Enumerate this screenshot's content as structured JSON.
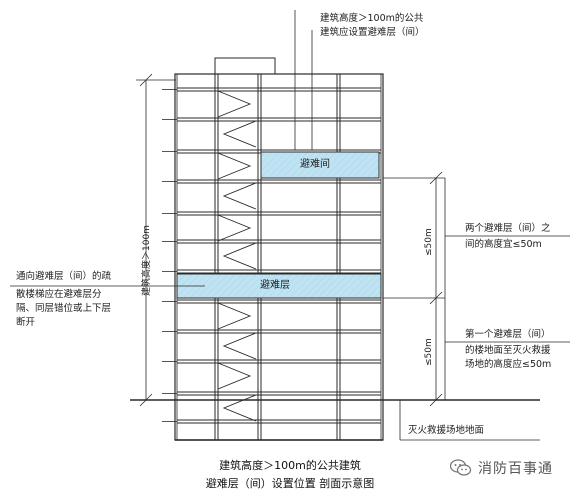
{
  "annotations": {
    "top_note_line1": "建筑高度＞100m的公共",
    "top_note_line2": "建筑应设置避难层（间）",
    "building_height_label": "建筑高度＞100m",
    "refuge_room_label": "避难间",
    "refuge_floor_label": "避难层",
    "between_label": "≤50m",
    "between_note_line1": "两个避难层（间）之",
    "between_note_line2": "间的高度宜≤50m",
    "first_label": "≤50m",
    "first_note_line1": "第一个避难层（间）",
    "first_note_line2": "的楼地面至灭火救援",
    "first_note_line3": "场地的高度应≤50m",
    "stair_note_line1": "通向避难层（间）的疏",
    "stair_note_line2": "散楼梯应在避难层分",
    "stair_note_line3": "隔、同层错位或上下层",
    "stair_note_line4": "断开",
    "ground_label": "灭火救援场地地面"
  },
  "caption": {
    "line1": "建筑高度＞100m的公共建筑",
    "line2": "避难层（间）设置位置 剖面示意图"
  },
  "watermark": {
    "text": "消防百事通",
    "icon": "wechat-icon"
  },
  "colors": {
    "refuge_fill": "#bfe3f2",
    "line": "#2a2a2a",
    "bg": "#ffffff"
  }
}
